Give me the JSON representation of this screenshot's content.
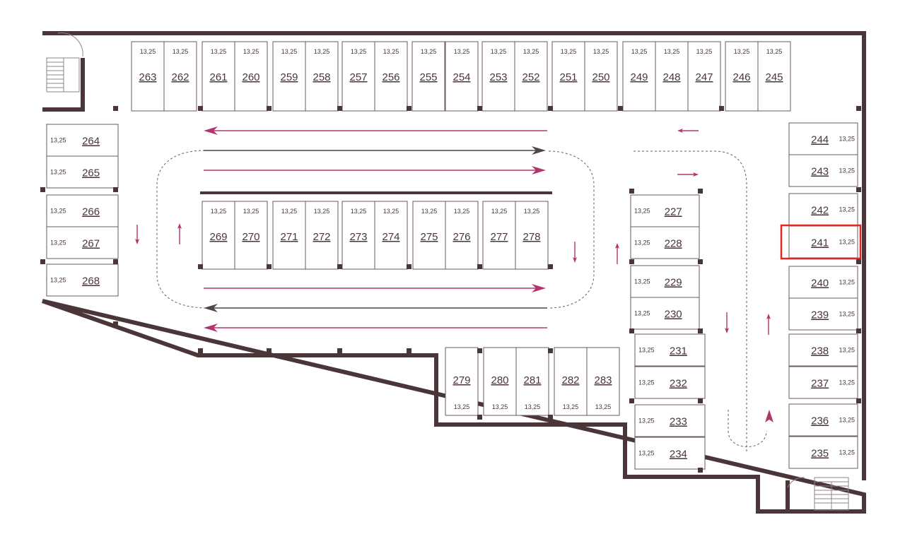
{
  "colors": {
    "wall": "#4a3538",
    "pink_arrow": "#b0356f",
    "gray_arrow": "#4d4547",
    "highlight": "#e02626"
  },
  "selected_spot": "241",
  "spots": [
    {
      "n": "263",
      "a": "13,25"
    },
    {
      "n": "262",
      "a": "13,25"
    },
    {
      "n": "261",
      "a": "13,25"
    },
    {
      "n": "260",
      "a": "13,25"
    },
    {
      "n": "259",
      "a": "13,25"
    },
    {
      "n": "258",
      "a": "13,25"
    },
    {
      "n": "257",
      "a": "13,25"
    },
    {
      "n": "256",
      "a": "13,25"
    },
    {
      "n": "255",
      "a": "13,25"
    },
    {
      "n": "254",
      "a": "13,25"
    },
    {
      "n": "253",
      "a": "13,25"
    },
    {
      "n": "252",
      "a": "13,25"
    },
    {
      "n": "251",
      "a": "13,25"
    },
    {
      "n": "250",
      "a": "13,25"
    },
    {
      "n": "249",
      "a": "13,25"
    },
    {
      "n": "248",
      "a": "13,25"
    },
    {
      "n": "247",
      "a": "13,25"
    },
    {
      "n": "246",
      "a": "13,25"
    },
    {
      "n": "245",
      "a": "13,25"
    },
    {
      "n": "264",
      "a": "13,25"
    },
    {
      "n": "265",
      "a": "13,25"
    },
    {
      "n": "266",
      "a": "13,25"
    },
    {
      "n": "267",
      "a": "13,25"
    },
    {
      "n": "268",
      "a": "13,25"
    },
    {
      "n": "269",
      "a": "13,25"
    },
    {
      "n": "270",
      "a": "13,25"
    },
    {
      "n": "271",
      "a": "13,25"
    },
    {
      "n": "272",
      "a": "13,25"
    },
    {
      "n": "273",
      "a": "13,25"
    },
    {
      "n": "274",
      "a": "13,25"
    },
    {
      "n": "275",
      "a": "13,25"
    },
    {
      "n": "276",
      "a": "13,25"
    },
    {
      "n": "277",
      "a": "13,25"
    },
    {
      "n": "278",
      "a": "13,25"
    },
    {
      "n": "227",
      "a": "13,25"
    },
    {
      "n": "228",
      "a": "13,25"
    },
    {
      "n": "229",
      "a": "13,25"
    },
    {
      "n": "230",
      "a": "13,25"
    },
    {
      "n": "231",
      "a": "13,25"
    },
    {
      "n": "232",
      "a": "13,25"
    },
    {
      "n": "233",
      "a": "13,25"
    },
    {
      "n": "234",
      "a": "13,25"
    },
    {
      "n": "279",
      "a": "13,25"
    },
    {
      "n": "280",
      "a": "13,25"
    },
    {
      "n": "281",
      "a": "13,25"
    },
    {
      "n": "282",
      "a": "13,25"
    },
    {
      "n": "283",
      "a": "13,25"
    },
    {
      "n": "244",
      "a": "13,25"
    },
    {
      "n": "243",
      "a": "13,25"
    },
    {
      "n": "242",
      "a": "13,25"
    },
    {
      "n": "241",
      "a": "13,25"
    },
    {
      "n": "240",
      "a": "13,25"
    },
    {
      "n": "239",
      "a": "13,25"
    },
    {
      "n": "238",
      "a": "13,25"
    },
    {
      "n": "237",
      "a": "13,25"
    },
    {
      "n": "236",
      "a": "13,25"
    },
    {
      "n": "235",
      "a": "13,25"
    }
  ]
}
